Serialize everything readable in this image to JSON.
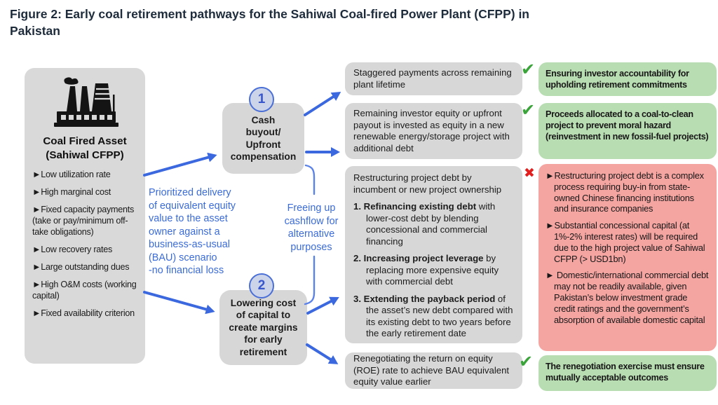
{
  "title": "Figure 2: Early coal retirement pathways for the Sahiwal Coal-fired Power Plant (CFPP) in\nPakistan",
  "asset_box": {
    "icon": "factory-icon",
    "title": "Coal Fired Asset\n(Sahiwal CFPP)",
    "bullets": [
      "►Low utilization rate",
      "►High marginal cost",
      "►Fixed capacity payments (take or pay/minimum off-take obligations)",
      "►Low recovery rates",
      "►Large outstanding dues",
      "►High O&M costs (working capital)",
      "►Fixed availability criterion"
    ]
  },
  "pathways": [
    {
      "number": "1",
      "label": "Cash\nbuyout/\nUpfront\ncompensation"
    },
    {
      "number": "2",
      "label": "Lowering cost\nof capital to\ncreate margins\nfor early\nretirement"
    }
  ],
  "annotations": {
    "prioritized": "Prioritized delivery\nof equivalent equity\nvalue to the asset\nowner against a\nbusiness-as-usual\n(BAU) scenario\n-no financial loss",
    "freeing": "Freeing up\ncashflow for\nalternative\npurposes"
  },
  "mechanisms": [
    {
      "text": "Staggered payments across remaining plant lifetime"
    },
    {
      "text": "Remaining investor equity or upfront payout is invested as equity in a new renewable energy/storage project with additional debt"
    },
    {
      "intro": "Restructuring project debt by incumbent or new project ownership",
      "items": [
        {
          "num": "1.",
          "bold": "Refinancing existing debt",
          "rest": " with lower-cost debt by blending concessional and commercial financing"
        },
        {
          "num": "2.",
          "bold": "Increasing project leverage",
          "rest": " by replacing more expensive equity with commercial debt"
        },
        {
          "num": "3.",
          "bold": "Extending the payback period",
          "rest": " of the asset’s new debt compared with its existing debt to two years before the early retirement date"
        }
      ]
    },
    {
      "text": "Renegotiating the return on equity (ROE) rate  to achieve BAU equivalent equity value earlier"
    }
  ],
  "outcomes": [
    {
      "type": "positive",
      "mark": "✔",
      "text": "Ensuring investor accountability for upholding retirement commitments"
    },
    {
      "type": "positive",
      "mark": "✔",
      "text": "Proceeds allocated to a coal-to-clean project to prevent moral hazard (reinvestment in new fossil-fuel projects)"
    },
    {
      "type": "negative",
      "mark": "✖",
      "bullets": [
        "►Restructuring project debt is a complex process requiring buy-in from state-owned Chinese financing institutions and insurance companies",
        "►Substantial concessional capital (at 1%-2% interest rates) will be required due to the high project value of Sahiwal CFPP (> USD1bn)",
        "► Domestic/international commercial debt may not be readily available, given Pakistan’s below investment grade credit ratings and the government’s absorption of available domestic capital"
      ]
    },
    {
      "type": "positive",
      "mark": "✔",
      "text": "The renegotiation exercise must ensure mutually acceptable outcomes"
    }
  ],
  "colors": {
    "positive_green": "#b9ddb2",
    "negative_red": "#f5a5a1",
    "neutral_gray": "#d7d7d7",
    "accent_blue": "#3b68de",
    "check_green": "#3aa33a",
    "cross_red": "#e21f1f",
    "title_navy": "#1d2b3b"
  }
}
